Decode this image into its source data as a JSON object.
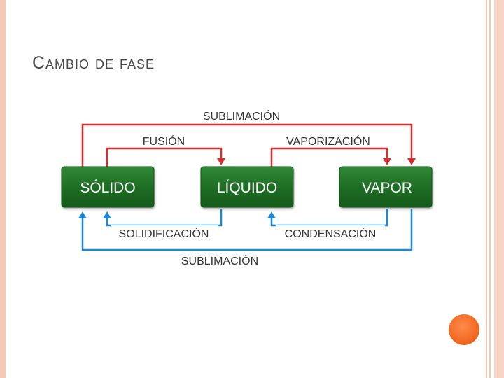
{
  "slide": {
    "title": "Cambio de fase"
  },
  "diagram": {
    "states": [
      "SÓLIDO",
      "LÍQUIDO",
      "VAPOR"
    ],
    "top_arrows": {
      "sublimation": "SUBLIMACIÓN",
      "fusion": "FUSIÓN",
      "vaporization": "VAPORIZACIÓN"
    },
    "bottom_arrows": {
      "solidification": "SOLIDIFICACIÓN",
      "condensation": "CONDENSACIÓN",
      "sublimation": "SUBLIMACIÓN"
    },
    "colors": {
      "box_green": "#1f6e25",
      "red_arrow": "#d32f2f",
      "blue_arrow": "#1e88d8",
      "label_text": "#333333"
    }
  }
}
